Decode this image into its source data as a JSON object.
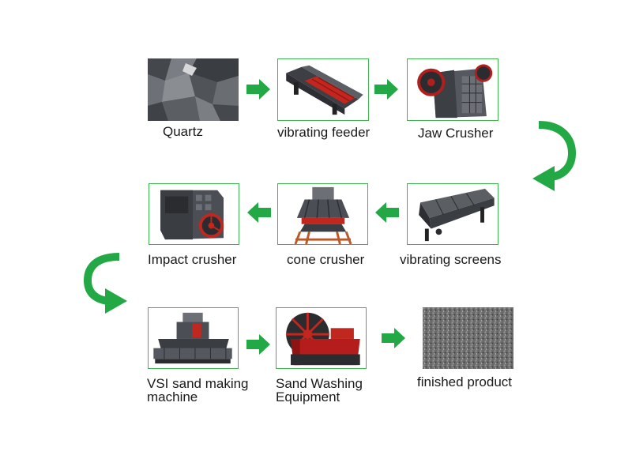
{
  "colors": {
    "arrow": "#22a845",
    "frame": "#3fb34f",
    "text": "#1a1a1a"
  },
  "steps": [
    {
      "id": "quartz",
      "label": "Quartz",
      "icon": "quartz-rock-image"
    },
    {
      "id": "vibrating-feeder",
      "label": "vibrating feeder",
      "icon": "vibrating-feeder-image"
    },
    {
      "id": "jaw-crusher",
      "label": "Jaw Crusher",
      "icon": "jaw-crusher-image"
    },
    {
      "id": "vibrating-screens",
      "label": "vibrating screens",
      "icon": "vibrating-screen-image"
    },
    {
      "id": "cone-crusher",
      "label": "cone crusher",
      "icon": "cone-crusher-image"
    },
    {
      "id": "impact-crusher",
      "label": "Impact crusher",
      "icon": "impact-crusher-image"
    },
    {
      "id": "vsi",
      "label_line1": "VSI sand making",
      "label_line2": "machine",
      "icon": "vsi-sand-maker-image"
    },
    {
      "id": "sand-washing",
      "label_line1": "Sand Washing",
      "label_line2": "Equipment",
      "icon": "sand-washer-image"
    },
    {
      "id": "finished-product",
      "label": "finished product",
      "icon": "sand-pile-image"
    }
  ]
}
